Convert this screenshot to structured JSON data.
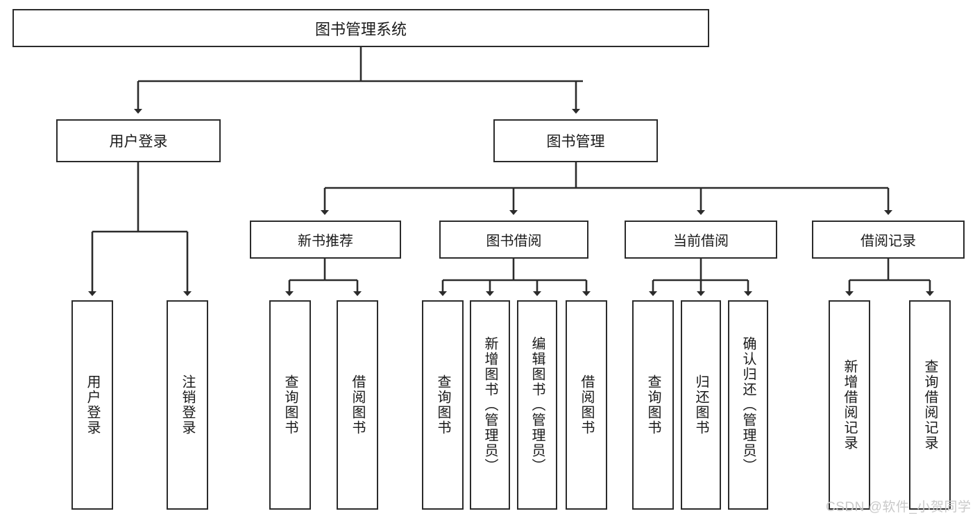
{
  "diagram": {
    "type": "tree-hierarchy",
    "title": "图书管理系统",
    "colors": {
      "box_border": "#2b2b2b",
      "box_fill": "#ffffff",
      "connector": "#2b2b2b",
      "text": "#1a1a1a",
      "watermark": "#c9c9c9",
      "background": "#ffffff"
    },
    "root": {
      "label": "图书管理系统"
    },
    "level2": [
      {
        "label": "用户登录"
      },
      {
        "label": "图书管理"
      }
    ],
    "level3": [
      {
        "label": "新书推荐"
      },
      {
        "label": "图书借阅"
      },
      {
        "label": "当前借阅"
      },
      {
        "label": "借阅记录"
      }
    ],
    "leaves": {
      "user_login": [
        {
          "label": "用户登录"
        },
        {
          "label": "注销登录"
        }
      ],
      "new_book_recommend": [
        {
          "label": "查询图书"
        },
        {
          "label": "借阅图书"
        }
      ],
      "book_borrow": [
        {
          "label": "查询图书"
        },
        {
          "label": "新增图书（管理员）"
        },
        {
          "label": "编辑图书（管理员）"
        },
        {
          "label": "借阅图书"
        }
      ],
      "current_borrow": [
        {
          "label": "查询图书"
        },
        {
          "label": "归还图书"
        },
        {
          "label": "确认归还（管理员）"
        }
      ],
      "borrow_record": [
        {
          "label": "新增借阅记录"
        },
        {
          "label": "查询借阅记录"
        }
      ]
    }
  },
  "watermark": {
    "text": "CSDN @软件_小贺同学"
  }
}
